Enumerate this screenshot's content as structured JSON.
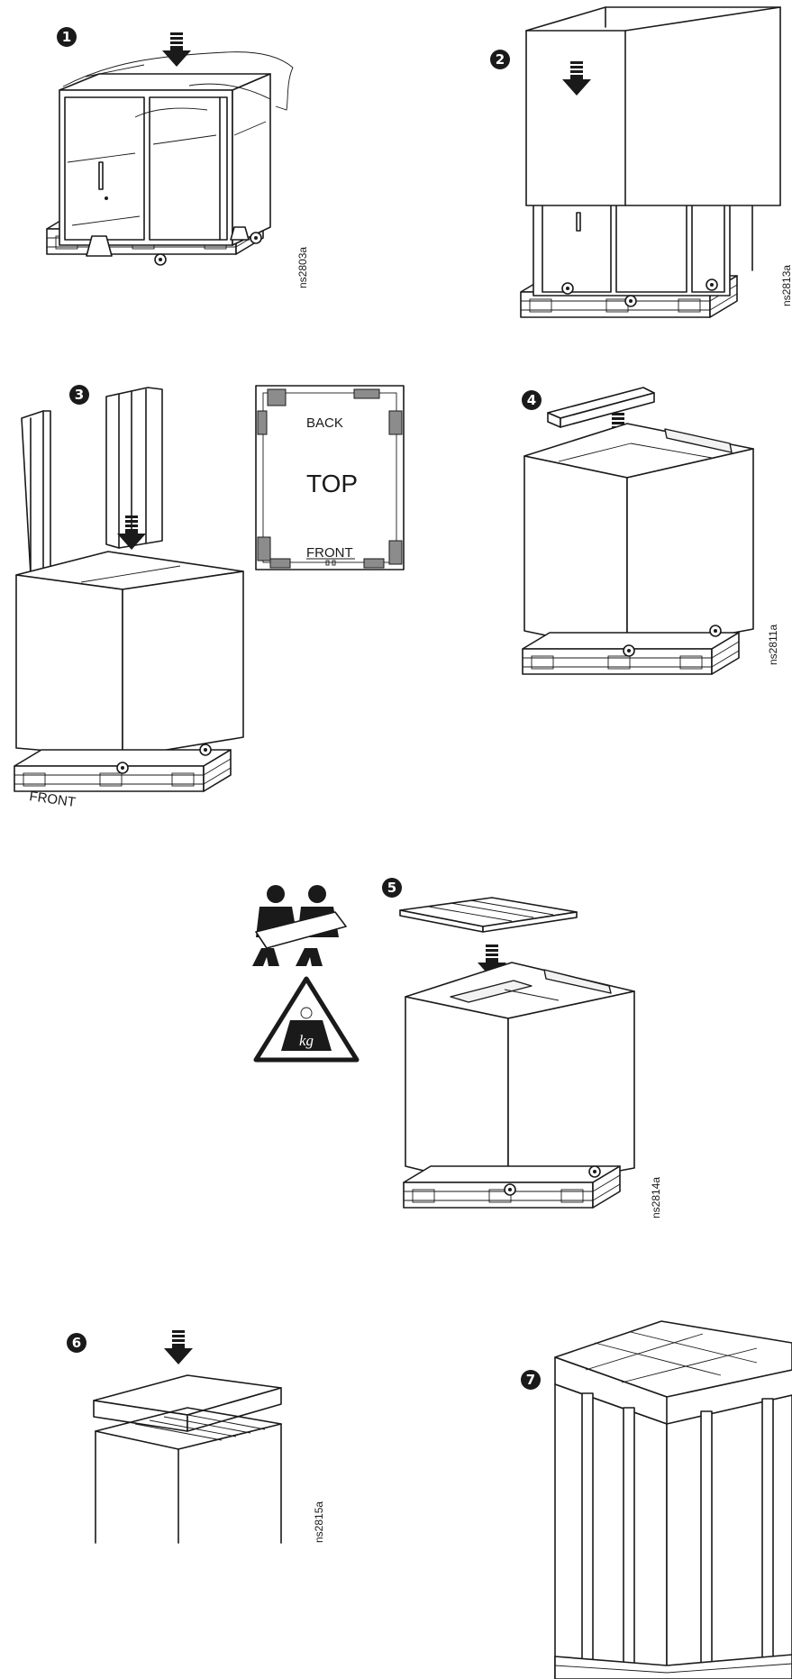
{
  "steps": [
    {
      "number": "1",
      "code": "ns2803a"
    },
    {
      "number": "2",
      "code": "ns2813a"
    },
    {
      "number": "3",
      "code": ""
    },
    {
      "number": "4",
      "code": "ns2811a"
    },
    {
      "number": "5",
      "code": "ns2814a"
    },
    {
      "number": "6",
      "code": "ns2815a"
    },
    {
      "number": "7",
      "code": ""
    }
  ],
  "top_diagram": {
    "back": "BACK",
    "top": "TOP",
    "front": "FRONT"
  },
  "front_label": "FRONT",
  "colors": {
    "ink": "#1a1a1a",
    "corner": "#8c8c8c",
    "background": "#ffffff"
  },
  "icons": [
    "two-person-lift-icon",
    "heavy-weight-warning-icon"
  ],
  "weight_icon_text": "kg"
}
